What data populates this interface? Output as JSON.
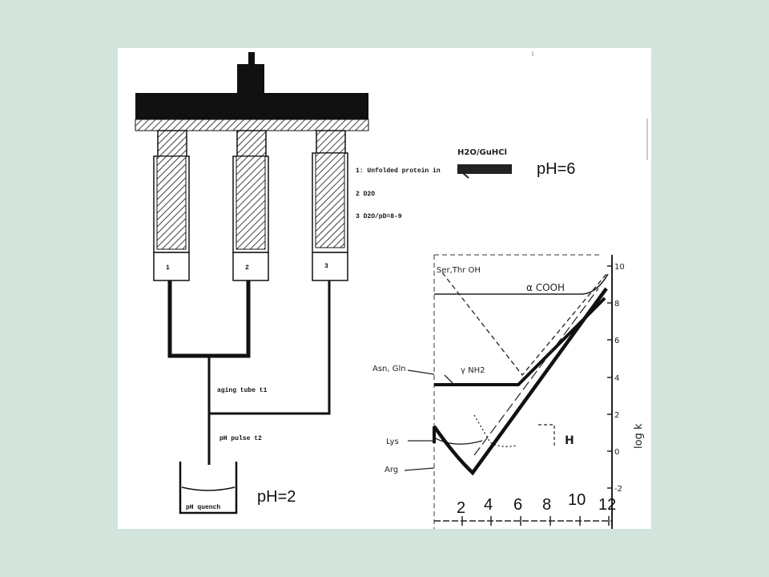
{
  "apparatus": {
    "syringe_labels": [
      "1",
      "2",
      "3"
    ],
    "legend": {
      "line1": "1: Unfolded protein in",
      "line1_handwritten": "H2O/GuHCl",
      "line2": "2 D2O",
      "line3": "3 D2O/pD=8-9"
    },
    "aging_tube": "aging tube  t1",
    "ph_pulse": "pH pulse    t2",
    "quench": "pH quench"
  },
  "annotations": {
    "ph_top": "pH=6",
    "ph_bottom": "pH=2"
  },
  "plot": {
    "curve_labels": {
      "ser_thr": "Ser,Thr OH",
      "alpha_cooh": "α COOH",
      "gamma_nh2": "γ NH2",
      "asn_gln": "Asn, Gln",
      "lys": "Lys",
      "arg": "Arg",
      "h": "H"
    },
    "y_axis_label": "log k",
    "y_ticks": [
      "10",
      "8",
      "6",
      "4",
      "2",
      "0",
      "-2"
    ],
    "x_ticks": [
      "2",
      "4",
      "6",
      "8",
      "10",
      "12"
    ]
  }
}
